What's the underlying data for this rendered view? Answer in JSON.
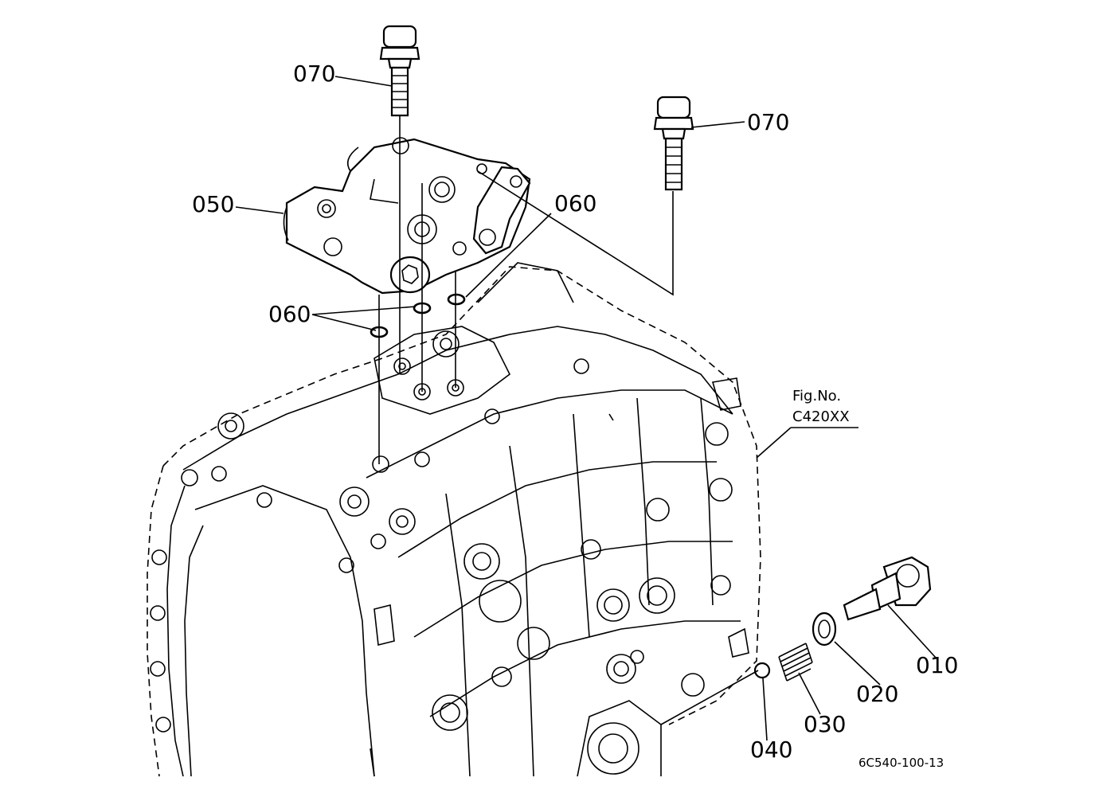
{
  "callouts": {
    "c070_top": "070",
    "c070_right": "070",
    "c050": "050",
    "c060_right": "060",
    "c060_left": "060",
    "c010": "010",
    "c020": "020",
    "c030": "030",
    "c040": "040"
  },
  "figure": {
    "fig_label": "Fig.No.",
    "fig_number": "C420XX",
    "drawing_code": "6C540-100-13"
  }
}
